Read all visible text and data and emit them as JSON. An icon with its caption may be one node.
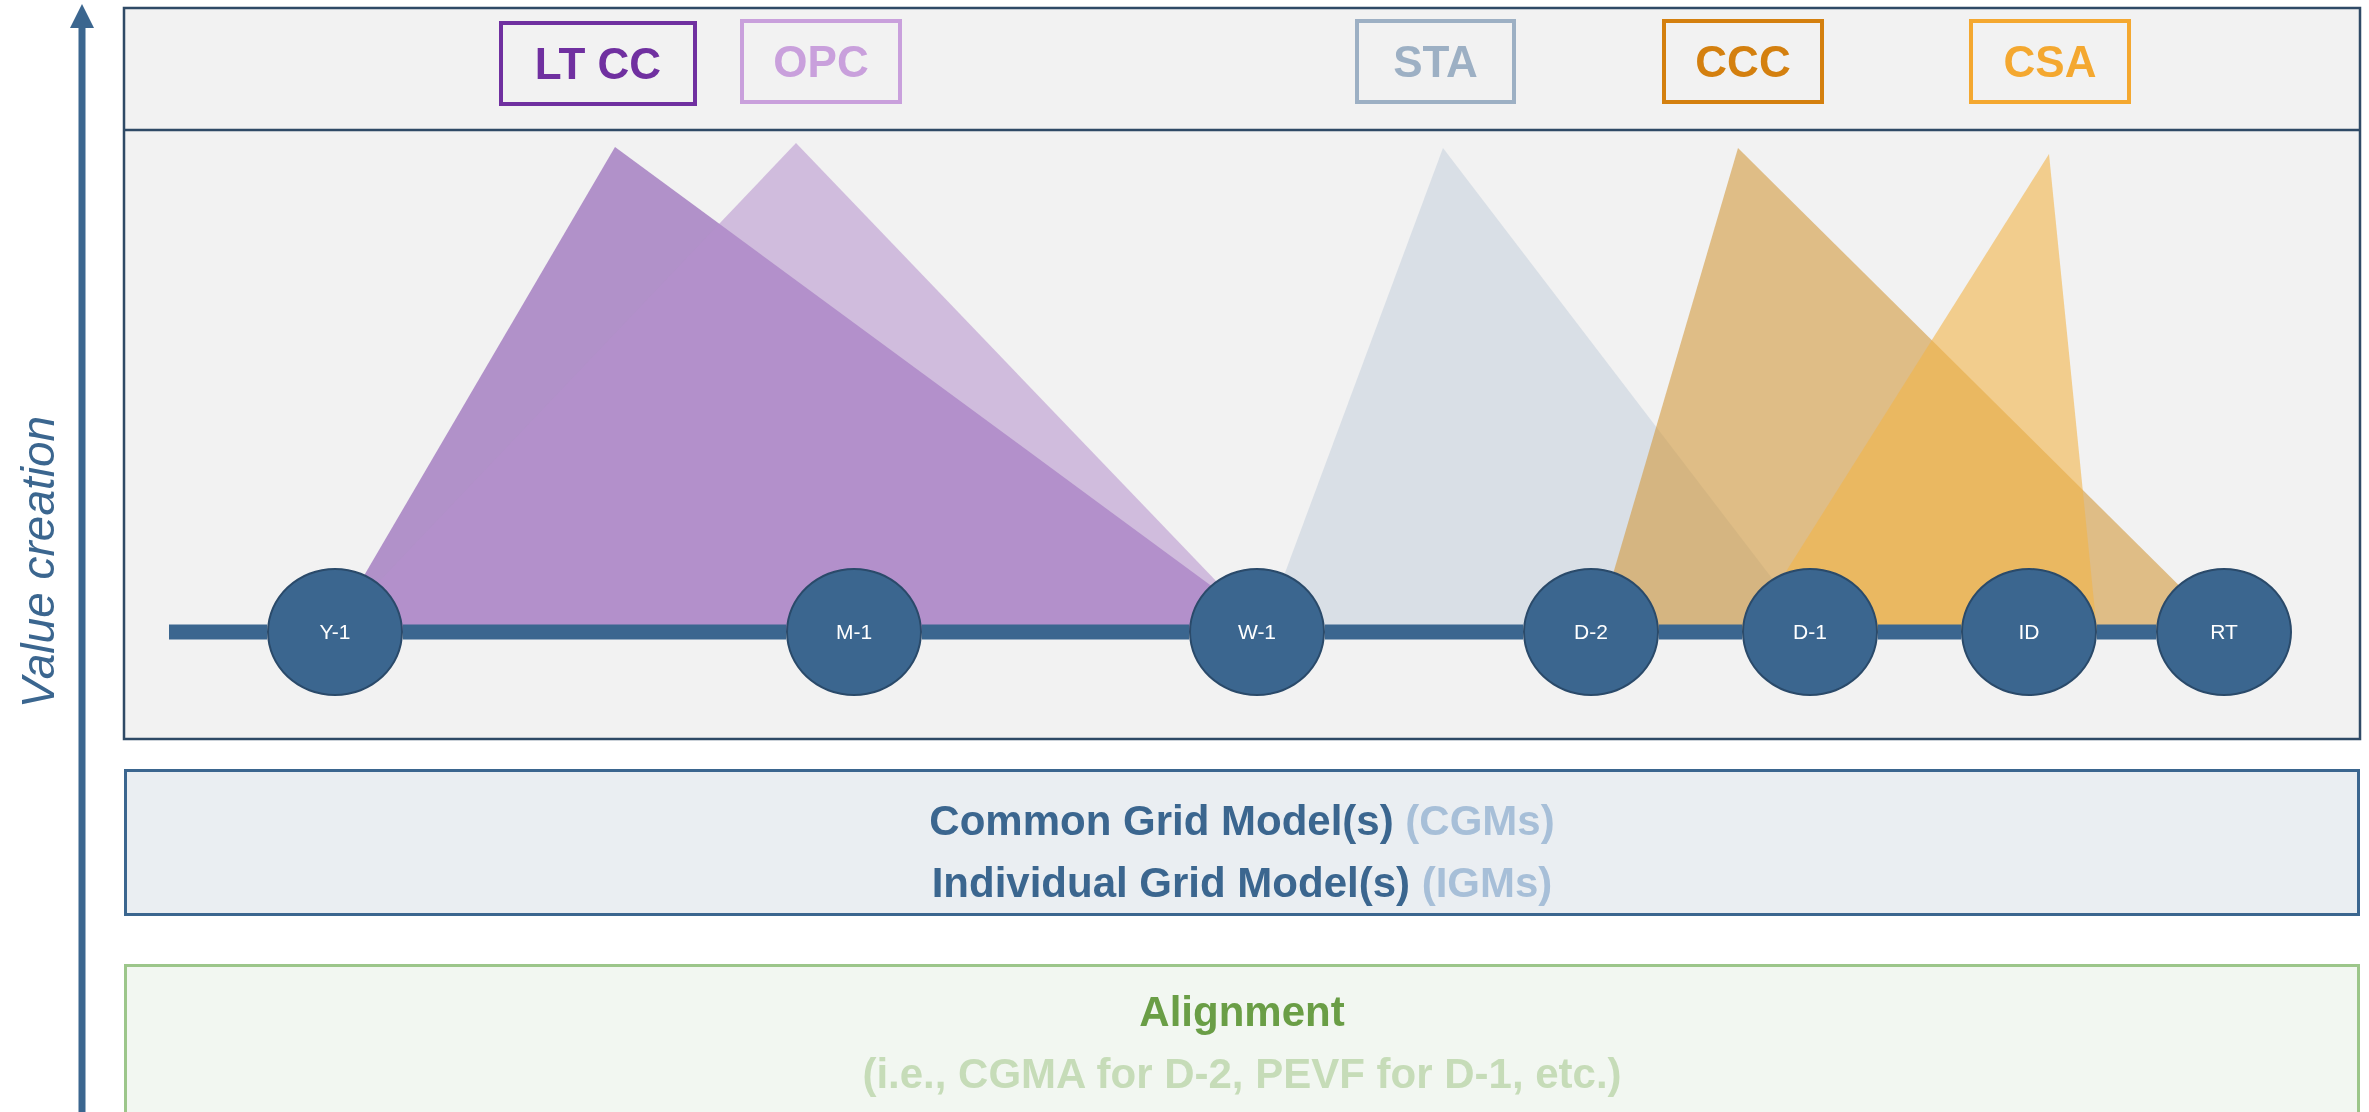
{
  "diagram": {
    "nodes": [
      {
        "text": [
          "LT CC"
        ]
      },
      {
        "text": [
          "OPC"
        ]
      },
      {
        "text": [
          "STA"
        ]
      },
      {
        "text": [
          "CCC"
        ]
      },
      {
        "text": [
          "CSA"
        ]
      },
      {
        "text": [
          "Y-1"
        ]
      },
      {
        "text": [
          "M-1"
        ]
      },
      {
        "text": [
          "W-1"
        ]
      },
      {
        "text": [
          "D-2"
        ]
      },
      {
        "text": [
          "D-1"
        ]
      },
      {
        "text": [
          "ID"
        ]
      },
      {
        "text": [
          "RT"
        ]
      },
      {
        "text": [
          "Common Grid Model(s)",
          "(CGMs)",
          "Individual Grid Model(s)",
          "(IGMs)"
        ]
      },
      {
        "text": [
          "Alignment",
          "(i.e., CGMA for D-2, PEVF for D-1, etc.)"
        ]
      }
    ],
    "edges": [
      {
        "from": null,
        "to": 5,
        "arrow": "none"
      },
      {
        "from": 5,
        "to": 6,
        "arrow": "none"
      },
      {
        "from": 6,
        "to": 7,
        "arrow": "none"
      },
      {
        "from": 7,
        "to": 8,
        "arrow": "none"
      },
      {
        "from": 8,
        "to": 9,
        "arrow": "none"
      },
      {
        "from": 9,
        "to": 10,
        "arrow": "none"
      },
      {
        "from": 10,
        "to": 11,
        "arrow": "none"
      }
    ],
    "labels": [
      "Value creation"
    ]
  }
}
